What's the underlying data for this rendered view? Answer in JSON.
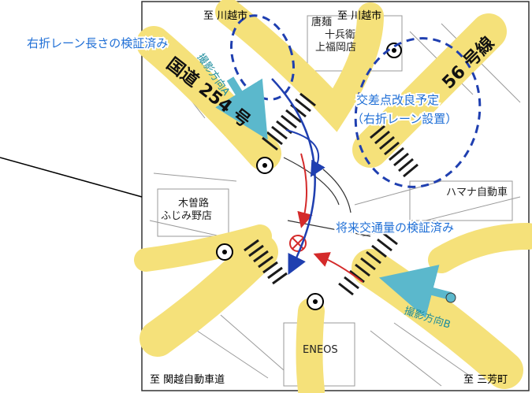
{
  "directions": {
    "top_left": "至 川越市",
    "top_right": "至 川越市",
    "bottom_left": "至 関越自動車道",
    "bottom_right": "至 三芳町"
  },
  "roads": {
    "route_254": "国道 254 号",
    "route_56": "56 号線"
  },
  "places": {
    "ramen_line1": "唐麺",
    "ramen_line2": "十兵衛",
    "ramen_line3": "上福岡店",
    "kisoji_line1": "木曽路",
    "kisoji_line2": "ふじみ野店",
    "hamana": "ハマナ自動車",
    "eneos": "ENEOS"
  },
  "annotations": {
    "right_turn_verified": "右折レーン長さの検証済み",
    "improvement_line1": "交差点改良予定",
    "improvement_line2": "（右折レーン設置）",
    "traffic_verified": "将来交通量の検証済み",
    "camera_a": "撮影方向A",
    "camera_b": "撮影方向B"
  },
  "colors": {
    "road_yellow": "#f5e17a",
    "annotation_blue": "#1f6fd6",
    "dashed_circle": "#1f3fb0",
    "red_arrow": "#d42a2a",
    "camera_arrow": "#5bb8cc",
    "crosswalk": "#1a1a1a"
  }
}
